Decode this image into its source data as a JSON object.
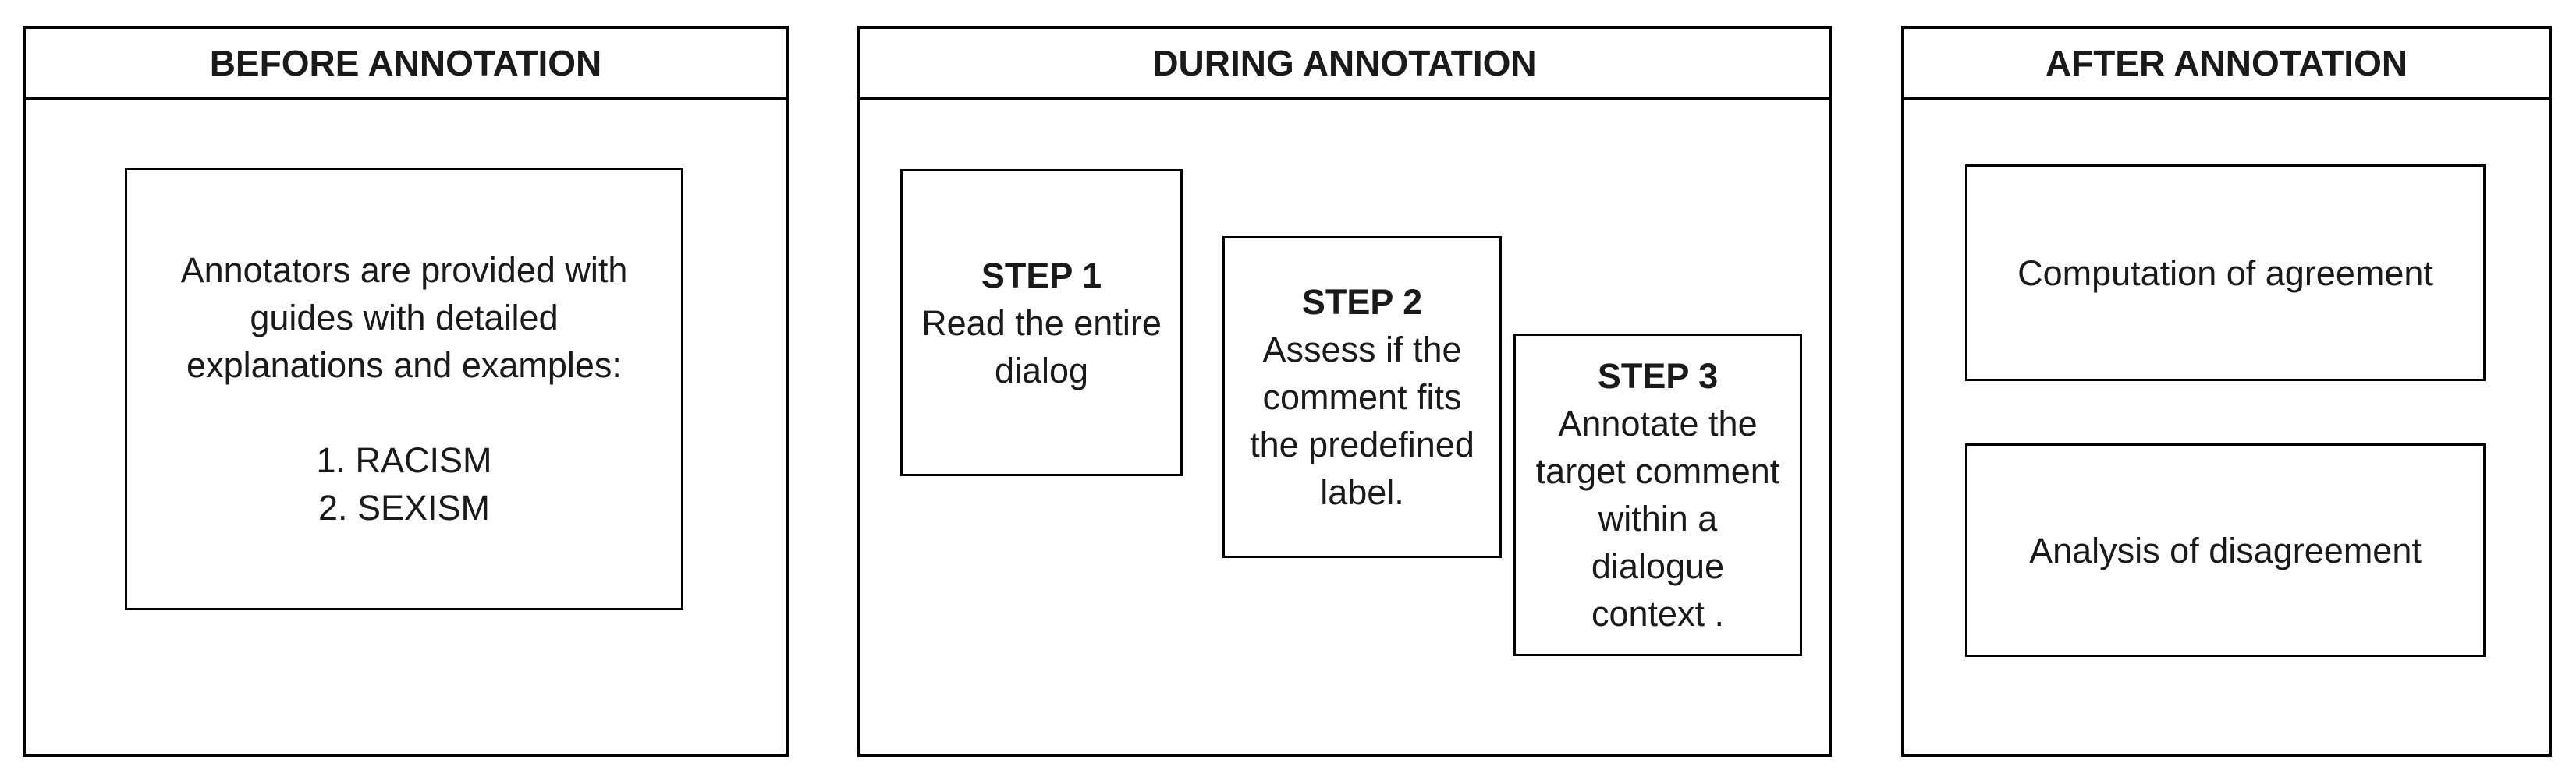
{
  "colors": {
    "background": "#ffffff",
    "border": "#000000",
    "text": "#1a1a1a"
  },
  "panels": {
    "before": {
      "title": "BEFORE ANNOTATION",
      "guide_card": {
        "paragraph_lines": [
          "Annotators are provided with",
          "guides with detailed",
          "explanations and examples:"
        ],
        "examples": [
          "1. RACISM",
          "2. SEXISM"
        ]
      }
    },
    "during": {
      "title": "DURING ANNOTATION",
      "steps": [
        {
          "label": "STEP 1",
          "lines": [
            "Read the entire",
            "dialog"
          ]
        },
        {
          "label": "STEP 2",
          "lines": [
            "Assess if the",
            "comment fits",
            "the predefined",
            "label."
          ]
        },
        {
          "label": "STEP 3",
          "lines": [
            "Annotate the",
            "target comment",
            "within a",
            "dialogue",
            "context ."
          ]
        }
      ]
    },
    "after": {
      "title": "AFTER ANNOTATION",
      "cards": [
        {
          "text": "Computation of agreement"
        },
        {
          "text": "Analysis of disagreement"
        }
      ]
    }
  }
}
